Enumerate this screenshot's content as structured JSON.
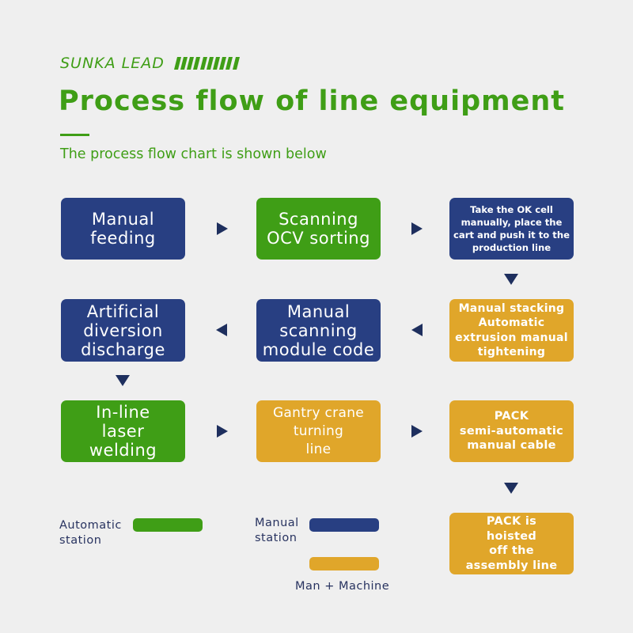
{
  "header": {
    "brand": "SUNKA LEAD",
    "stripe_count": 10,
    "title": "Process flow of line equipment",
    "subtitle": "The process flow chart is shown below"
  },
  "colors": {
    "automatic": "#3f9e16",
    "manual": "#283f82",
    "man_machine": "#e0a62a",
    "arrow": "#1e2f5e",
    "background": "#efefef"
  },
  "steps": [
    {
      "id": 1,
      "label": "Manual\nfeeding",
      "type": "manual"
    },
    {
      "id": 2,
      "label": "Scanning\nOCV sorting",
      "type": "automatic"
    },
    {
      "id": 3,
      "label": "Take the OK cell\nmanually, place the\ncart and push it to the\nproduction line",
      "type": "manual"
    },
    {
      "id": 4,
      "label": "Manual stacking\nAutomatic\nextrusion manual\ntightening",
      "type": "man_machine"
    },
    {
      "id": 5,
      "label": "Manual\nscanning\nmodule code",
      "type": "manual"
    },
    {
      "id": 6,
      "label": "Artificial\ndiversion\ndischarge",
      "type": "manual"
    },
    {
      "id": 7,
      "label": "In-line\nlaser\nwelding",
      "type": "automatic"
    },
    {
      "id": 8,
      "label": "Gantry crane\nturning\nline",
      "type": "man_machine"
    },
    {
      "id": 9,
      "label": "PACK\nsemi-automatic\nmanual cable",
      "type": "man_machine"
    },
    {
      "id": 10,
      "label": "PACK is\nhoisted\noff the\nassembly line",
      "type": "man_machine"
    }
  ],
  "flow": [
    {
      "from": 1,
      "to": 2,
      "direction": "right"
    },
    {
      "from": 2,
      "to": 3,
      "direction": "right"
    },
    {
      "from": 3,
      "to": 4,
      "direction": "down"
    },
    {
      "from": 4,
      "to": 5,
      "direction": "left"
    },
    {
      "from": 5,
      "to": 6,
      "direction": "left"
    },
    {
      "from": 6,
      "to": 7,
      "direction": "down"
    },
    {
      "from": 7,
      "to": 8,
      "direction": "right"
    },
    {
      "from": 8,
      "to": 9,
      "direction": "right"
    },
    {
      "from": 9,
      "to": 10,
      "direction": "down"
    }
  ],
  "legend": [
    {
      "label": "Automatic\nstation",
      "type": "automatic"
    },
    {
      "label": "Manual\nstation",
      "type": "manual"
    },
    {
      "label": "Man + Machine",
      "type": "man_machine"
    }
  ]
}
